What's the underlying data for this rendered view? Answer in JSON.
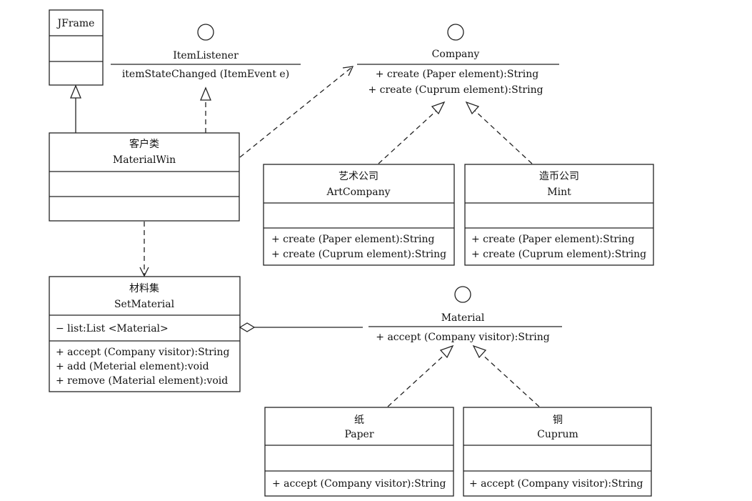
{
  "classes": {
    "jframe": {
      "name": "JFrame"
    },
    "materialwin": {
      "cn": "客户类",
      "name": "MaterialWin"
    },
    "artcompany": {
      "cn": "艺术公司",
      "name": "ArtCompany",
      "methods": [
        "+ create (Paper element):String",
        "+ create (Cuprum element):String"
      ]
    },
    "mint": {
      "cn": "造币公司",
      "name": "Mint",
      "methods": [
        "+ create (Paper element):String",
        "+ create (Cuprum element):String"
      ]
    },
    "setmaterial": {
      "cn": "材料集",
      "name": "SetMaterial",
      "attributes": [
        "− list:List <Material>"
      ],
      "methods": [
        "+ accept (Company visitor):String",
        "+ add (Meterial element):void",
        "+ remove (Material element):void"
      ]
    },
    "paper": {
      "cn": "纸",
      "name": "Paper",
      "methods": [
        "+ accept (Company visitor):String"
      ]
    },
    "cuprum": {
      "cn": "铜",
      "name": "Cuprum",
      "methods": [
        "+ accept (Company visitor):String"
      ]
    }
  },
  "interfaces": {
    "itemlistener": {
      "name": "ItemListener",
      "methods": [
        "itemStateChanged (ItemEvent e)"
      ]
    },
    "company": {
      "name": "Company",
      "methods": [
        "+ create (Paper element):String",
        "+ create (Cuprum element):String"
      ]
    },
    "material": {
      "name": "Material",
      "methods": [
        "+ accept (Company visitor):String"
      ]
    }
  }
}
